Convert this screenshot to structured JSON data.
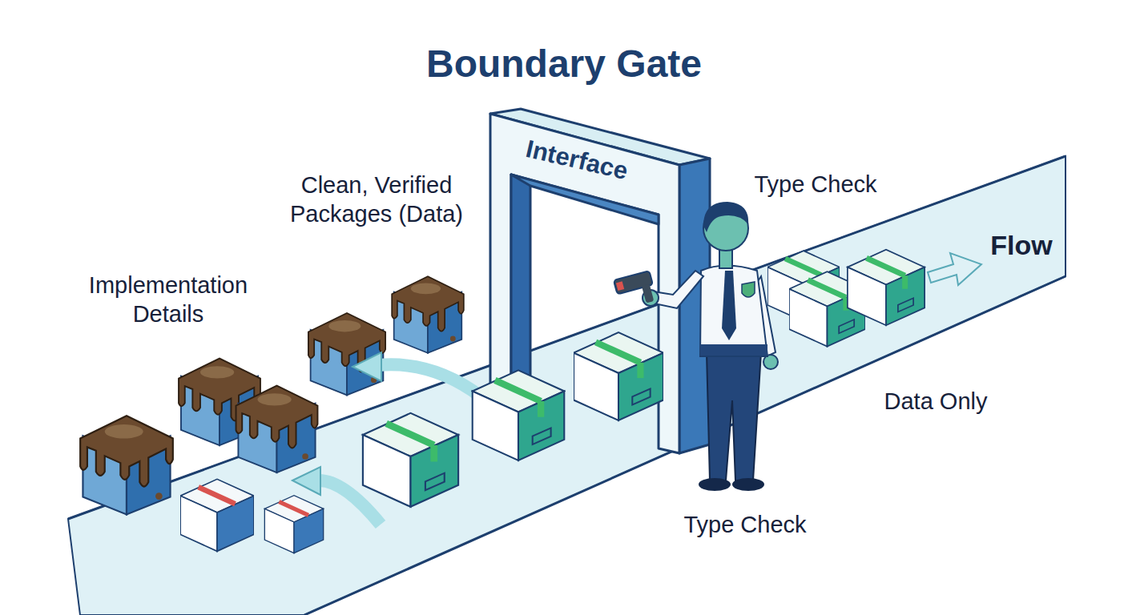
{
  "diagram": {
    "title": "Boundary Gate",
    "nodes": [
      {
        "text": [
          "Interface"
        ]
      }
    ],
    "labels": [
      "Clean, Verified Packages (Data)",
      "Type Check",
      "Flow",
      "Implementation Details",
      "Data Only",
      "Type Check"
    ]
  }
}
